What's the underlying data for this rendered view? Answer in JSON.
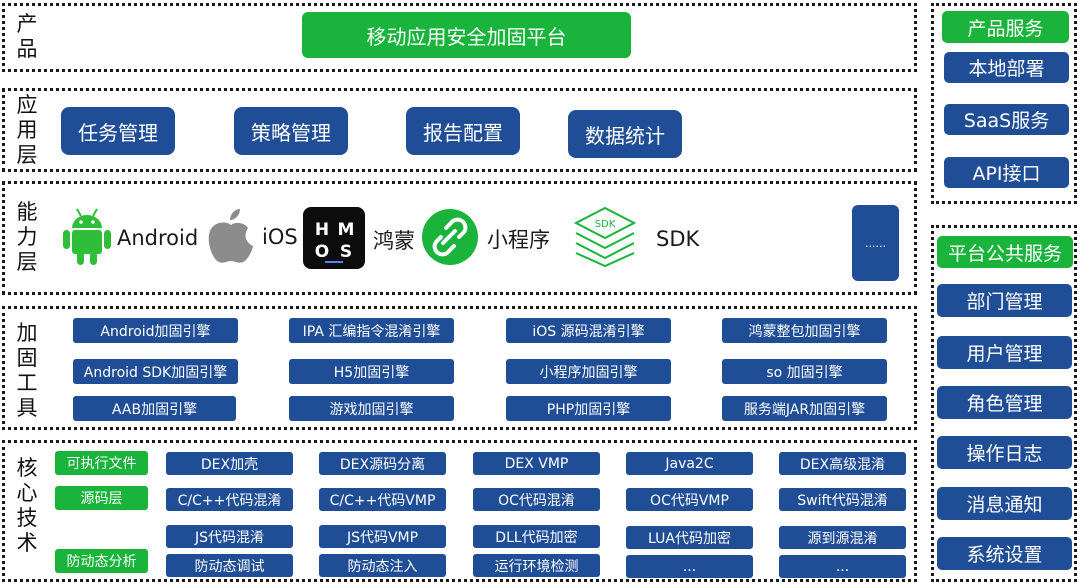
{
  "product": {
    "label": [
      "产",
      "品"
    ],
    "title": "移动应用安全加固平台"
  },
  "app_layer": {
    "label": [
      "应",
      "用",
      "层"
    ],
    "items": [
      "任务管理",
      "策略管理",
      "报告配置",
      "数据统计"
    ]
  },
  "capability_layer": {
    "label": [
      "能",
      "力",
      "层"
    ],
    "items": [
      {
        "icon": "android-icon",
        "text": "Android"
      },
      {
        "icon": "apple-icon",
        "text": "iOS"
      },
      {
        "icon": "hmos-icon",
        "text": "鸿蒙",
        "icon_text": [
          "H",
          "M",
          "O",
          "S"
        ]
      },
      {
        "icon": "link-icon",
        "text": "小程序"
      },
      {
        "icon": "sdk-icon",
        "text": "SDK",
        "icon_text": "SDK"
      }
    ],
    "more": "......"
  },
  "tools": {
    "label": [
      "加",
      "固",
      "工",
      "具"
    ],
    "items": [
      [
        "Android加固引擎",
        "IPA 汇编指令混淆引擎",
        "iOS 源码混淆引擎",
        "鸿蒙整包加固引擎"
      ],
      [
        "Android SDK加固引擎",
        "H5加固引擎",
        "小程序加固引擎",
        "so 加固引擎"
      ],
      [
        "AAB加固引擎",
        "游戏加固引擎",
        "PHP加固引擎",
        "服务端JAR加固引擎"
      ]
    ]
  },
  "core": {
    "label": [
      "核",
      "心",
      "技",
      "术"
    ],
    "tags": [
      "可执行文件",
      "源码层",
      "防动态分析"
    ],
    "items": [
      [
        "DEX加壳",
        "DEX源码分离",
        "DEX VMP",
        "Java2C",
        "DEX高级混淆"
      ],
      [
        "C/C++代码混淆",
        "C/C++代码VMP",
        "OC代码混淆",
        "OC代码VMP",
        "Swift代码混淆"
      ],
      [
        "JS代码混淆",
        "JS代码VMP",
        "DLL代码加密",
        "LUA代码加密",
        "源到源混淆"
      ],
      [
        "防动态调试",
        "防动态注入",
        "运行环境检测",
        "...",
        "..."
      ]
    ]
  },
  "product_services": {
    "title": "产品服务",
    "items": [
      "本地部署",
      "SaaS服务",
      "API接口"
    ]
  },
  "platform_services": {
    "title": "平台公共服务",
    "items": [
      "部门管理",
      "用户管理",
      "角色管理",
      "操作日志",
      "消息通知",
      "系统设置"
    ]
  },
  "colors": {
    "navy": "#1f4e96",
    "green": "#1ab43c",
    "border": "#1a1a1a"
  }
}
